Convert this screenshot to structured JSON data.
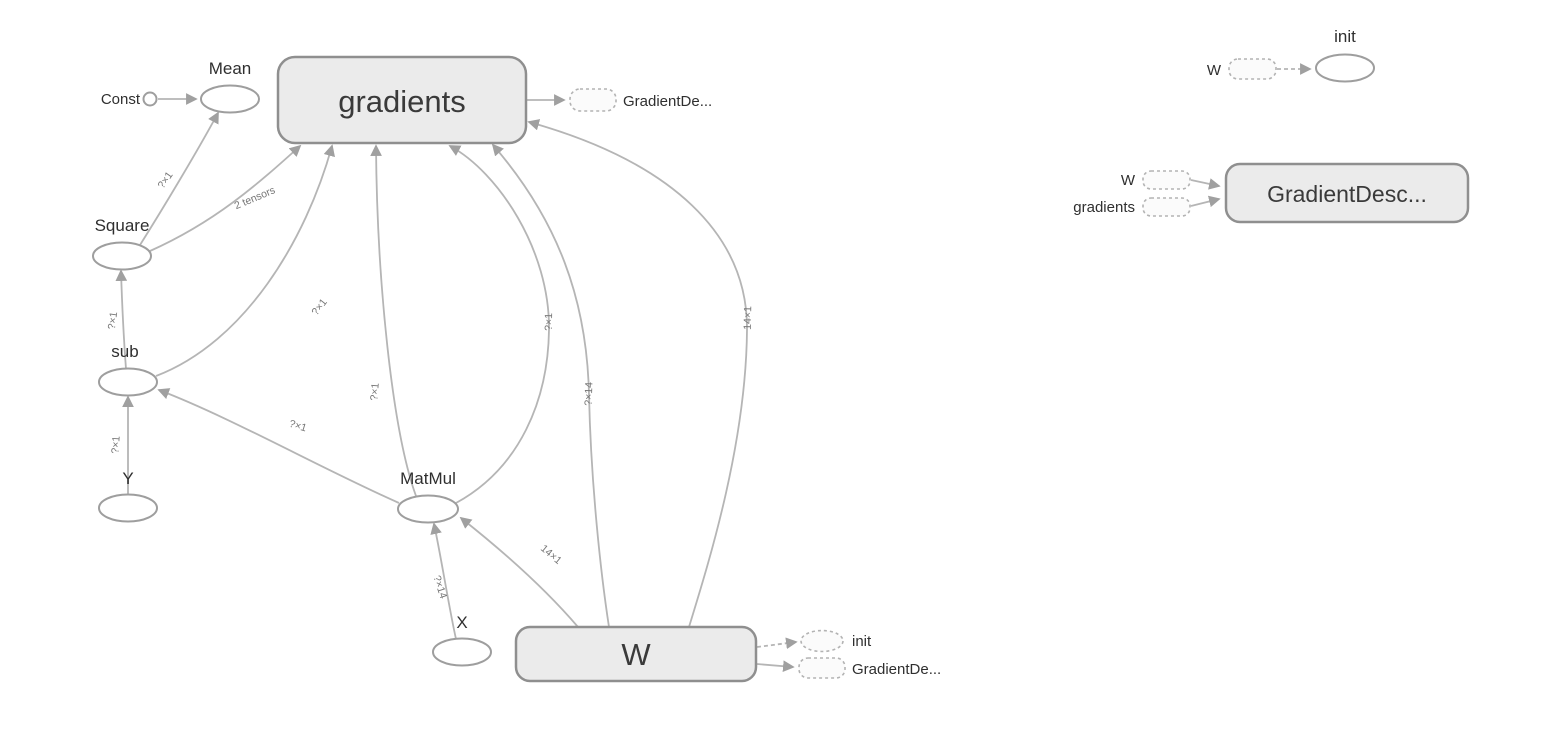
{
  "colors": {
    "background": "#ffffff",
    "node_fill": "#ffffff",
    "node_stroke": "#9e9e9e",
    "namespace_fill": "#ebebeb",
    "namespace_stroke": "#8f8f8f",
    "edge": "#b5b5b5",
    "edge_label": "#767676",
    "node_label": "#2f2f2f",
    "ref_stroke": "#b3b3b3"
  },
  "main_graph": {
    "nodes": {
      "const": {
        "label": "Const",
        "type": "constant"
      },
      "mean": {
        "label": "Mean",
        "type": "op"
      },
      "gradients": {
        "label": "gradients",
        "type": "namespace"
      },
      "square": {
        "label": "Square",
        "type": "op"
      },
      "sub": {
        "label": "sub",
        "type": "op"
      },
      "y": {
        "label": "Y",
        "type": "op"
      },
      "matmul": {
        "label": "MatMul",
        "type": "op"
      },
      "x": {
        "label": "X",
        "type": "op"
      },
      "w": {
        "label": "W",
        "type": "namespace"
      }
    },
    "refs": {
      "gradients_out": {
        "label": "GradientDe..."
      },
      "w_init": {
        "label": "init"
      },
      "w_out": {
        "label": "GradientDe..."
      }
    },
    "edges": [
      {
        "from": "Const",
        "to": "Mean",
        "label": ""
      },
      {
        "from": "Square",
        "to": "Mean",
        "label": "?×1"
      },
      {
        "from": "Square",
        "to": "gradients",
        "label": "2 tensors"
      },
      {
        "from": "sub",
        "to": "Square",
        "label": "?×1"
      },
      {
        "from": "sub",
        "to": "gradients",
        "label": "?×1"
      },
      {
        "from": "Y",
        "to": "sub",
        "label": "?×1"
      },
      {
        "from": "MatMul",
        "to": "sub",
        "label": "?×1"
      },
      {
        "from": "MatMul",
        "to": "gradients",
        "label": "?×1"
      },
      {
        "from": "MatMul",
        "to": "gradients",
        "label": "?×1"
      },
      {
        "from": "X",
        "to": "MatMul",
        "label": "?×14"
      },
      {
        "from": "W",
        "to": "MatMul",
        "label": "14×1"
      },
      {
        "from": "W",
        "to": "gradients",
        "label": "?×14"
      },
      {
        "from": "W",
        "to": "gradients",
        "label": "14×1"
      },
      {
        "from": "gradients",
        "to": "GradientDe...",
        "label": ""
      },
      {
        "from": "W",
        "to": "init",
        "label": ""
      },
      {
        "from": "W",
        "to": "GradientDe...",
        "label": ""
      }
    ]
  },
  "aux_graph": {
    "init": {
      "label": "init",
      "input_ref": "W"
    },
    "gradient_descent": {
      "label": "GradientDesc...",
      "input_refs": [
        "W",
        "gradients"
      ]
    }
  }
}
